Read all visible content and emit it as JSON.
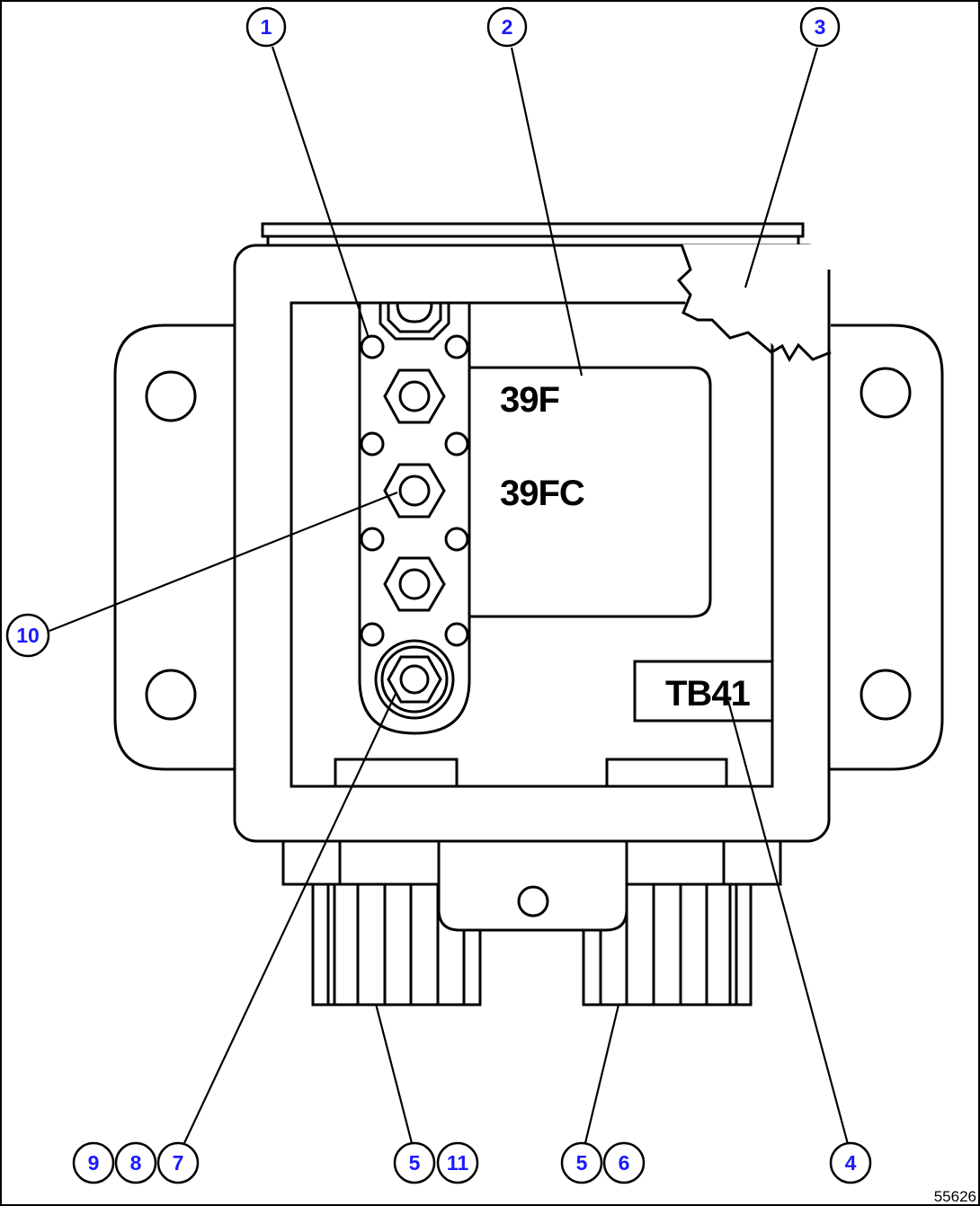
{
  "labels": {
    "wire_top": "39F",
    "wire_middle": "39FC",
    "terminal_block": "TB41"
  },
  "figure_number": "55626",
  "callouts": [
    "1",
    "2",
    "3",
    "4",
    "5",
    "6",
    "7",
    "8",
    "9",
    "10",
    "11"
  ],
  "callout_text_color": "#1a1aff"
}
